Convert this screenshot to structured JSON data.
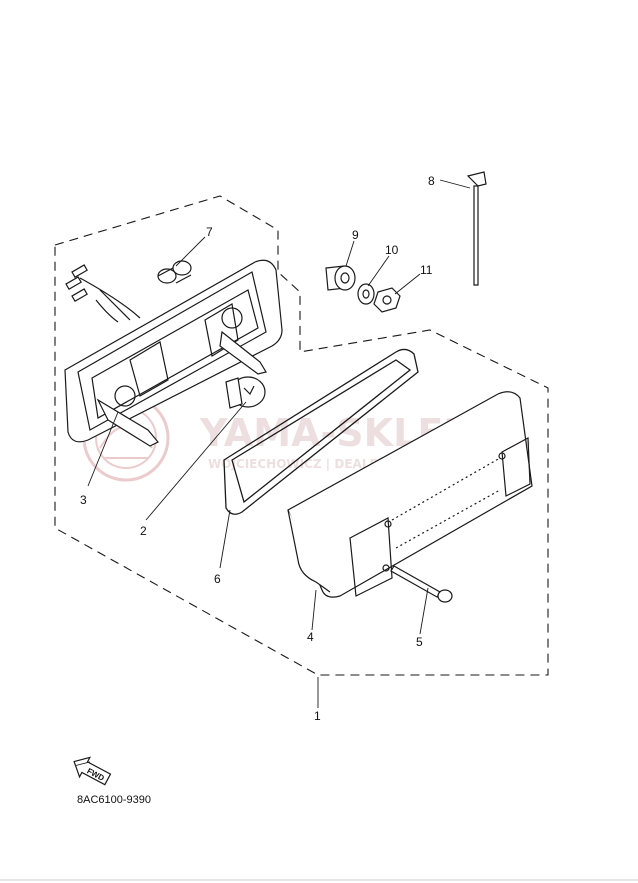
{
  "watermark": {
    "brand": "YAMA-SKLEP.PL",
    "subline": "WOJCIECHOWICZ | DEALER YAMAHA",
    "color": "#e8c2c2"
  },
  "callouts": [
    {
      "id": 1,
      "label": "1"
    },
    {
      "id": 2,
      "label": "2"
    },
    {
      "id": 3,
      "label": "3"
    },
    {
      "id": 4,
      "label": "4"
    },
    {
      "id": 5,
      "label": "5"
    },
    {
      "id": 6,
      "label": "6"
    },
    {
      "id": 7,
      "label": "7"
    },
    {
      "id": 8,
      "label": "8"
    },
    {
      "id": 9,
      "label": "9"
    },
    {
      "id": 10,
      "label": "10"
    },
    {
      "id": 11,
      "label": "11"
    }
  ],
  "fwd_label": "FWD",
  "part_code": "8AC6100-9390",
  "line_color": "#1a1a1a"
}
